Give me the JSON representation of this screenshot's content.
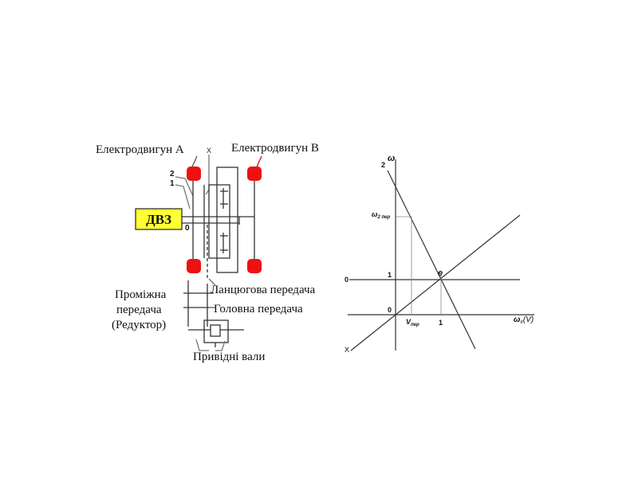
{
  "scheme": {
    "labels": {
      "motor_a": "Електродвигун А",
      "motor_b": "Електродвигун В",
      "ice": "ДВЗ",
      "chain_drive": "Ланцюгова передача",
      "intermediate_1": "Проміжна",
      "intermediate_2": "передача",
      "intermediate_3": "(Редуктор)",
      "main_drive": "Головна передача",
      "drive_shafts": "Привідні вали",
      "shaft_x": "X",
      "shaft_2": "2",
      "shaft_1": "1",
      "shaft_0": "0"
    },
    "colors": {
      "motor": "#ee1111",
      "ice_fill": "#ffff33",
      "ice_border": "#222222",
      "line": "#333333"
    }
  },
  "graph": {
    "y_axis_label": "ω",
    "x_axis_label": "ω",
    "x_axis_subscript": "x",
    "x_axis_unit": "(V)",
    "tick_y_2": "2",
    "tick_y_1": "1",
    "tick_origin": "0",
    "tick_x_1": "1",
    "omega_2_label": "ω",
    "omega_2_subscript": "2 пер",
    "v_label": "V",
    "v_subscript": "пер",
    "point_e": "e",
    "line_0": "0",
    "line_x": "X"
  }
}
